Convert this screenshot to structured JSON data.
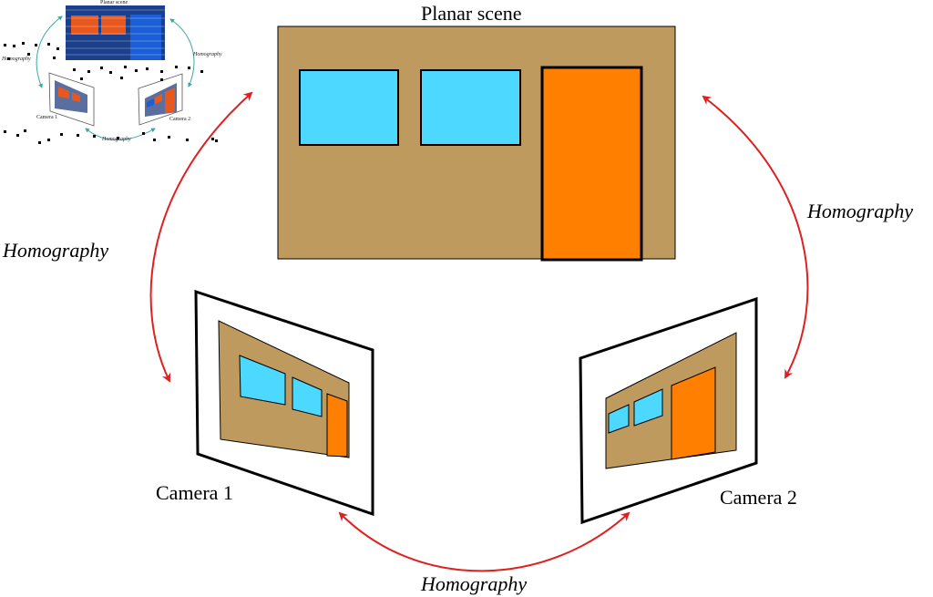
{
  "labels": {
    "planar_scene": "Planar scene",
    "camera1": "Camera 1",
    "camera2": "Camera 2",
    "homography_left": "Homography",
    "homography_right": "Homography",
    "homography_bottom": "Homography"
  },
  "thumbnail": {
    "planar_scene": "Planar scene",
    "camera1": "Camera 1",
    "camera2": "Camera 2",
    "homography_left": "Homography",
    "homography_right": "Homography",
    "homography_bottom": "Homography"
  },
  "colors": {
    "wall": "#BF9A5E",
    "window": "#4DD8FF",
    "door": "#FF8000",
    "arrow": "#E02020",
    "thumb_arrow": "#3AA8A0",
    "thumb_blue": "#1A5FD8",
    "thumb_orange": "#E8581E",
    "outline": "#000000"
  }
}
